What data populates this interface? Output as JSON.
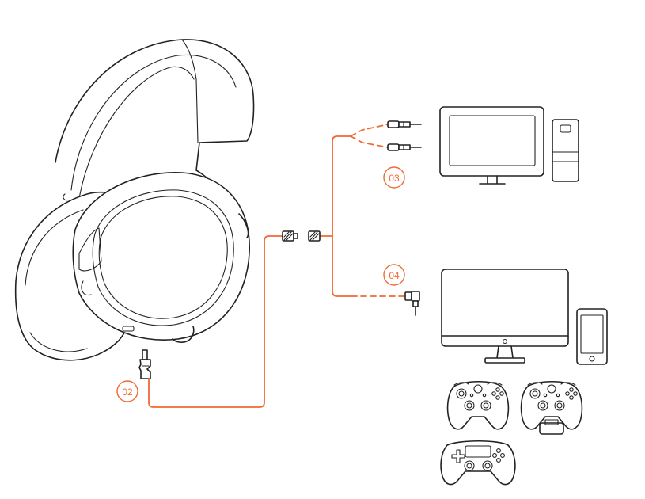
{
  "colors": {
    "accent": "#f06a34",
    "ink": "#222222",
    "background": "#ffffff"
  },
  "badges": [
    {
      "id": "02",
      "label": "02"
    },
    {
      "id": "03",
      "label": "03"
    },
    {
      "id": "04",
      "label": "04"
    }
  ],
  "icons": [
    "headset-icon",
    "headset-plug-icon",
    "adapter-connector-icon",
    "inline-connector-icon",
    "headphone-plug-icon",
    "microphone-plug-icon",
    "combo-plug-icon",
    "monitor-icon",
    "pc-tower-icon",
    "tv-icon",
    "smartphone-icon",
    "xbox-one-controller-icon",
    "xbox-360-controller-icon",
    "ps4-controller-icon"
  ]
}
